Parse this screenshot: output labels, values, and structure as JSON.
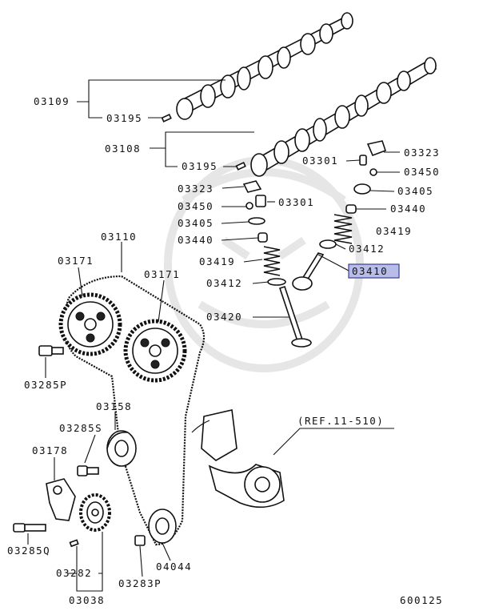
{
  "diagram": {
    "labels": {
      "p03109": "03109",
      "p03195a": "03195",
      "p03108": "03108",
      "p03195b": "03195",
      "p03301a": "03301",
      "p03323a": "03323",
      "p03450a": "03450",
      "p03323b": "03323",
      "p03450b": "03450",
      "p03301b": "03301",
      "p03405a": "03405",
      "p03405b": "03405",
      "p03440a": "03440",
      "p03440b": "03440",
      "p03419a": "03419",
      "p03419b": "03419",
      "p03412a": "03412",
      "p03412b": "03412",
      "p03410": "03410",
      "p03420": "03420",
      "p03110": "03110",
      "p03171a": "03171",
      "p03171b": "03171",
      "p03285p": "03285P",
      "p03158": "03158",
      "p03285s": "03285S",
      "p03178": "03178",
      "p03285q": "03285Q",
      "p03282": "03282",
      "p03283p": "03283P",
      "p04044": "04044",
      "p03038": "03038",
      "ref": "(REF.11-510)",
      "fig": "600125"
    },
    "highlight_color": "#b7bde8",
    "highlight_border": "#3a3f8f"
  }
}
